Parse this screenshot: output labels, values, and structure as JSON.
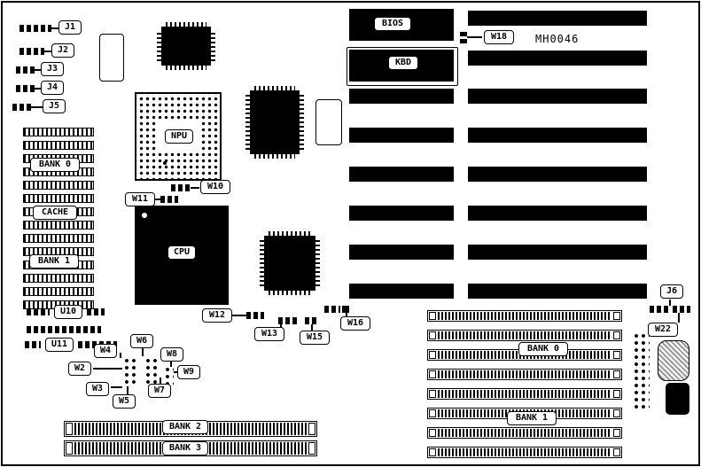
{
  "diagram": {
    "part_number": "MH0046"
  },
  "chips": {
    "bios": "BIOS",
    "kbd": "KBD",
    "npu": "NPU",
    "cpu": "CPU"
  },
  "memory": {
    "left_bank0": "BANK 0",
    "left_cache": "CACHE",
    "left_bank1": "BANK 1",
    "bottom_bank2": "BANK 2",
    "bottom_bank3": "BANK 3",
    "right_bank0": "BANK 0",
    "right_bank1": "BANK 1"
  },
  "ics": {
    "u10": "U10",
    "u11": "U11"
  },
  "jumpers": {
    "j1": "J1",
    "j2": "J2",
    "j3": "J3",
    "j4": "J4",
    "j5": "J5",
    "j6": "J6",
    "w2": "W2",
    "w3": "W3",
    "w4": "W4",
    "w5": "W5",
    "w6": "W6",
    "w7": "W7",
    "w8": "W8",
    "w9": "W9",
    "w10": "W10",
    "w11": "W11",
    "w12": "W12",
    "w13": "W13",
    "w15": "W15",
    "w16": "W16",
    "w18": "W18",
    "w22": "W22"
  }
}
